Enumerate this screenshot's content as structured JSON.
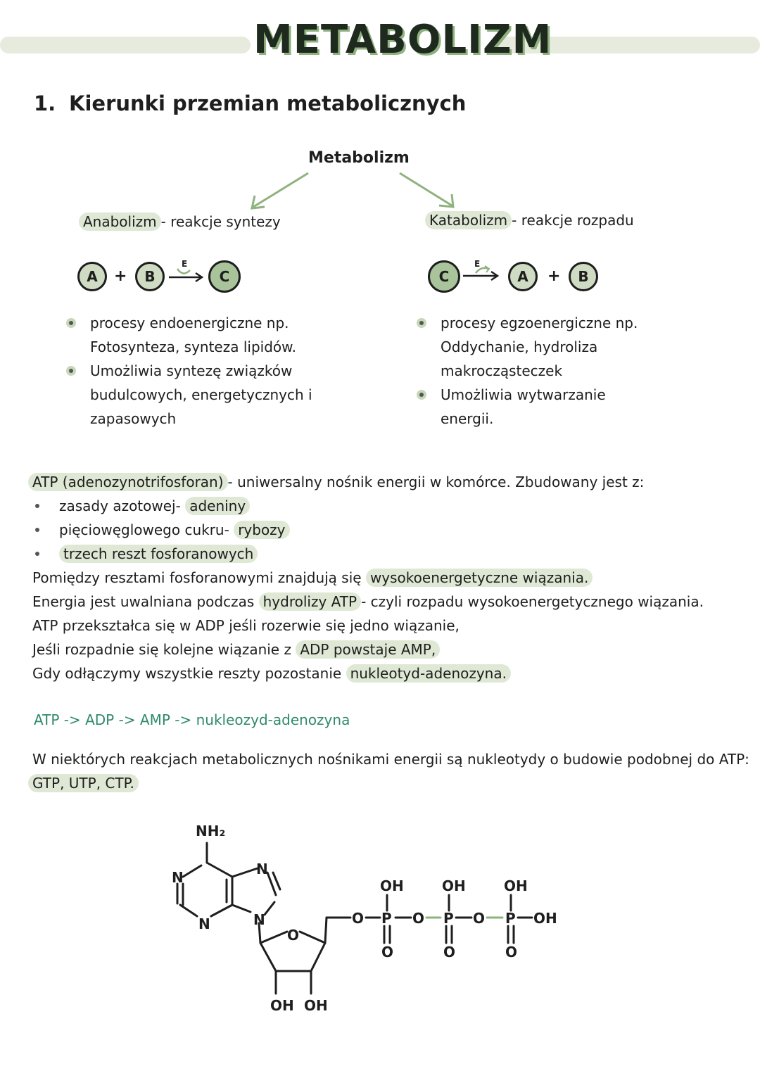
{
  "title": "METABOLIZM",
  "section": {
    "number": "1.",
    "heading": "Kierunki przemian metabolicznych"
  },
  "diagram": {
    "root": "Metabolizm",
    "left": {
      "label": "Anabolizm",
      "desc": "- reakcje syntezy",
      "reaction": {
        "a": "A",
        "b": "B",
        "c": "C",
        "plus": "+",
        "enzyme": "E"
      },
      "bullets": [
        [
          "procesy endoenergiczne np.",
          "Fotosynteza, synteza lipidów."
        ],
        [
          "Umożliwia syntezę związków",
          "budulcowych, energetycznych i",
          "zapasowych"
        ]
      ]
    },
    "right": {
      "label": "Katabolizm",
      "desc": "- reakcje rozpadu",
      "reaction": {
        "a": "A",
        "b": "B",
        "c": "C",
        "plus": "+",
        "enzyme": "E"
      },
      "bullets": [
        [
          "procesy egzoenergiczne np.",
          "Oddychanie, hydroliza",
          "makrocząsteczek"
        ],
        [
          "Umożliwia wytwarzanie",
          "energii."
        ]
      ]
    }
  },
  "atp": {
    "intro_hl": "ATP (adenozynotrifosforan)",
    "intro_rest": "- uniwersalny nośnik energii w komórce. Zbudowany jest z:",
    "items": [
      {
        "text": "zasady azotowej- ",
        "hl": "adeniny"
      },
      {
        "text": "pięciowęglowego cukru- ",
        "hl": "rybozy"
      },
      {
        "text": "",
        "hl": "trzech reszt fosforanowych"
      }
    ],
    "line1_pre": "Pomiędzy resztami fosforanowymi znajdują się ",
    "line1_hl": "wysokoenergetyczne wiązania.",
    "line2_pre": "Energia jest uwalniana podczas ",
    "line2_hl": "hydrolizy ATP",
    "line2_post": "- czyli rozpadu wysokoenergetycznego wiązania.",
    "line3": "ATP przekształca się w ADP jeśli rozerwie się jedno wiązanie,",
    "line4_pre": "Jeśli rozpadnie się kolejne wiązanie z ",
    "line4_hl": "ADP powstaje AMP,",
    "line5_pre": "Gdy odłączymy wszystkie reszty pozostanie ",
    "line5_hl": "nukleotyd-adenozyna.",
    "chain": "ATP -> ADP -> AMP -> nukleozyd-adenozyna",
    "other_pre": "W niektórych reakcjach metabolicznych nośnikami energii są nukleotydy o budowie podobnej do ATP:",
    "other_hl": "GTP, UTP, CTP."
  },
  "structure": {
    "nh2": "NH₂",
    "n": "N",
    "o": "O",
    "p": "P",
    "oh": "OH"
  },
  "colors": {
    "highlight": "#dfe8d5",
    "accent": "#8fb27f",
    "green_text": "#2f8a6a"
  }
}
